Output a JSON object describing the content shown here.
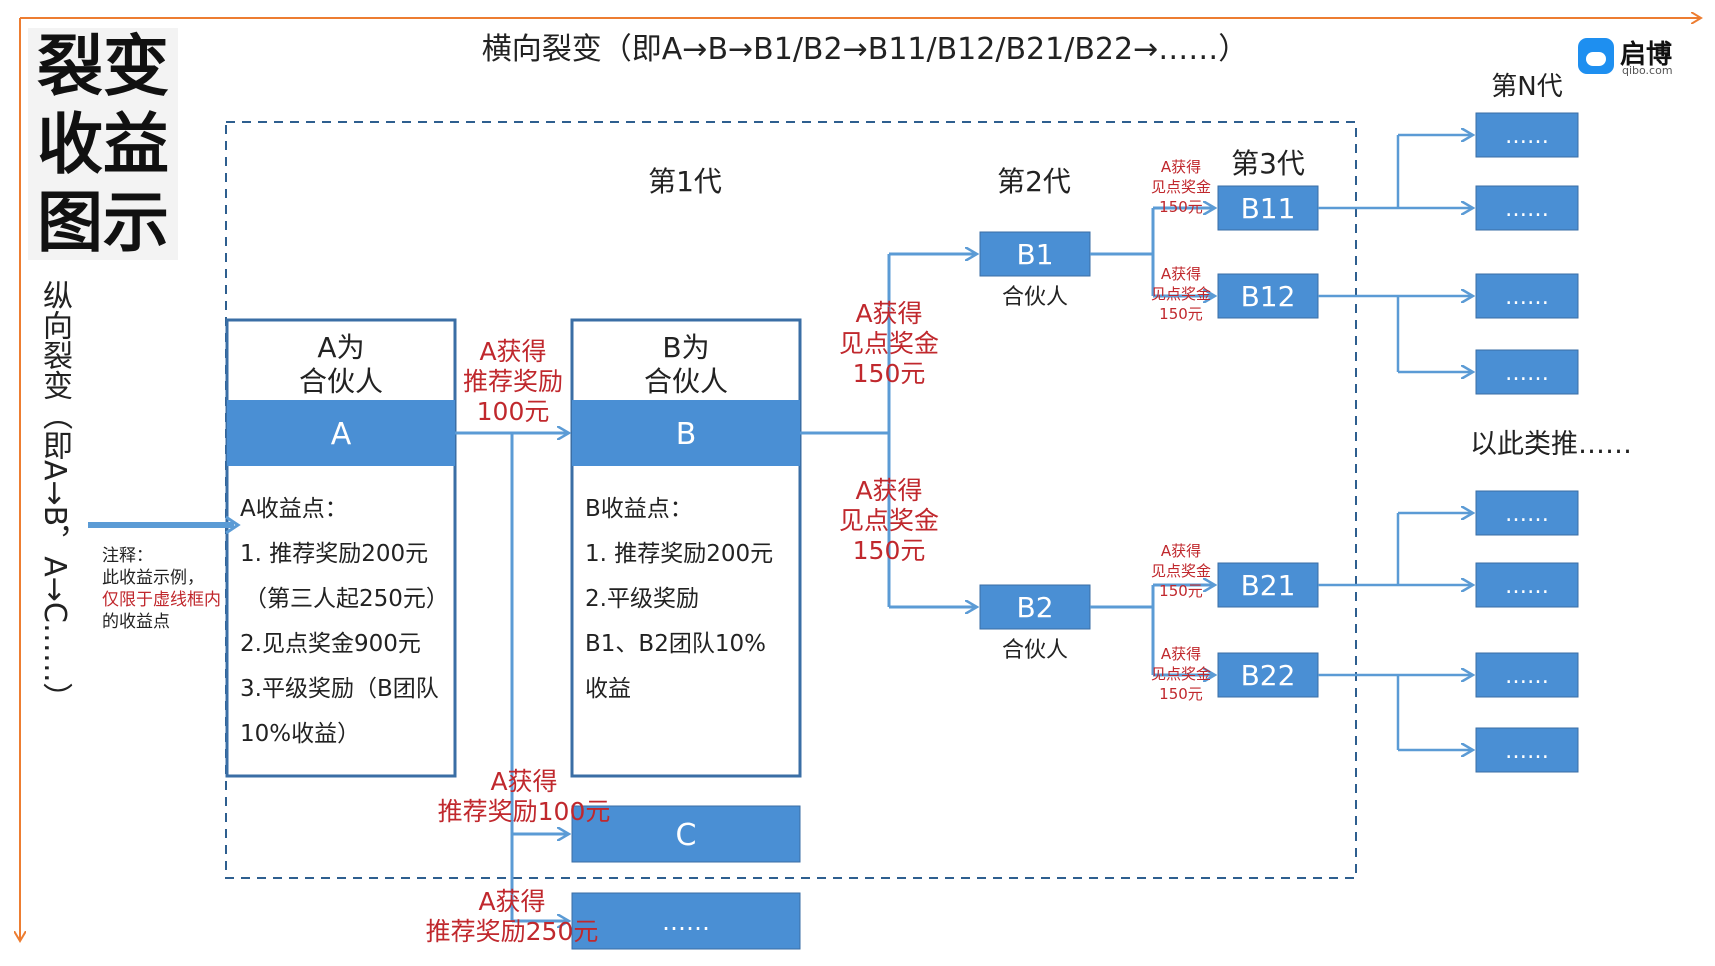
{
  "title_lines": [
    "裂变",
    "收益",
    "图示"
  ],
  "vertical_axis_label": "纵向裂变（即A→B，A→C……）",
  "horizontal_axis_label": "横向裂变（即A→B→B1/B2→B11/B12/B21/B22→……）",
  "logo": {
    "name": "启博",
    "url": "qibo.com"
  },
  "generations": {
    "gen1": "第1代",
    "gen2": "第2代",
    "gen3": "第3代",
    "genN": "第N代"
  },
  "partner_A": {
    "header_line1": "A为",
    "header_line2": "合伙人",
    "code": "A",
    "benefits": [
      "A收益点：",
      "1. 推荐奖励200元",
      "（第三人起250元）",
      "2.见点奖金900元",
      "3.平级奖励（B团队",
      "10%收益）"
    ]
  },
  "partner_B": {
    "header_line1": "B为",
    "header_line2": "合伙人",
    "code": "B",
    "benefits": [
      "B收益点：",
      "1. 推荐奖励200元",
      "2.平级奖励",
      "B1、B2团队10%",
      "收益"
    ]
  },
  "node_C": "C",
  "node_more": "……",
  "gen2_nodes": [
    {
      "code": "B1",
      "sub": "合伙人"
    },
    {
      "code": "B2",
      "sub": "合伙人"
    }
  ],
  "gen3_nodes": [
    "B11",
    "B12",
    "B21",
    "B22"
  ],
  "genN_nodes": [
    "……",
    "……",
    "……",
    "……",
    "……",
    "……",
    "……",
    "……"
  ],
  "etc_text": "以此类推……",
  "note": {
    "line1": "注释：",
    "line2": "此收益示例，",
    "red_text": "仅限于虚线框内",
    "tail": "的收益点"
  },
  "rewards": {
    "recommend_100": [
      "A获得",
      "推荐奖励",
      "100元"
    ],
    "see_point_150_up": [
      "A获得",
      "见点奖金",
      "150元"
    ],
    "see_point_150_down": [
      "A获得",
      "见点奖金",
      "150元"
    ],
    "recommend_100_C": [
      "A获得",
      "推荐奖励100元"
    ],
    "recommend_250": [
      "A获得",
      "推荐奖励250元"
    ],
    "small_see_point": [
      "A获得",
      "见点奖金",
      "150元"
    ]
  },
  "colors": {
    "box_blue": "#4a8fd4",
    "arrow_blue": "#5b9bd5",
    "red": "#c0282d",
    "axis_orange": "#ed7d31",
    "frame_blue": "#2e5f8f"
  }
}
